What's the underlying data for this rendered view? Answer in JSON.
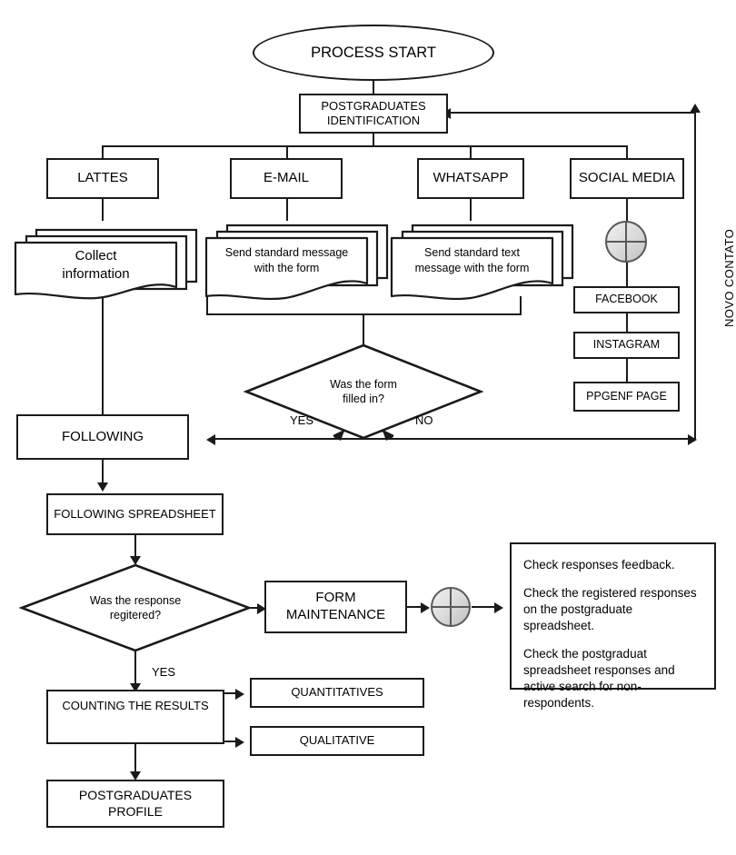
{
  "diagram": {
    "title": "Postgraduates research process flowchart",
    "colors": {
      "stroke": "#1a1a1a",
      "fill": "#ffffff",
      "junction_fill": "#d9d9d9"
    },
    "start": {
      "label": "PROCESS START"
    },
    "identification": {
      "label_line1": "POSTGRADUATES",
      "label_line2": "IDENTIFICATION"
    },
    "channels": [
      {
        "label": "LATTES"
      },
      {
        "label": "E-MAIL"
      },
      {
        "label": "WHATSAPP"
      },
      {
        "label": "SOCIAL MEDIA"
      }
    ],
    "documents": [
      {
        "line1": "Collect",
        "line2": "information"
      },
      {
        "line1": "Send standard message",
        "line2": "with the form"
      },
      {
        "line1": "Send standard text",
        "line2": "message with the form"
      }
    ],
    "social_media_items": [
      {
        "label": "FACEBOOK"
      },
      {
        "label": "INSTAGRAM"
      },
      {
        "label": "PPGENF PAGE"
      }
    ],
    "decision_form": {
      "line1": "Was the form",
      "line2": "filled in?"
    },
    "decision_form_branches": {
      "yes": "YES",
      "no": "NO"
    },
    "following": {
      "label": "FOLLOWING"
    },
    "following_spreadsheet": {
      "label": "FOLLOWING SPREADSHEET"
    },
    "decision_response": {
      "line1": "Was the response",
      "line2": "regitered?"
    },
    "decision_response_branches": {
      "yes": "YES"
    },
    "form_maintenance": {
      "line1": "FORM",
      "line2": "MAINTENANCE"
    },
    "note": {
      "paragraph1": "Check responses feedback.",
      "paragraph2": "Check the registered responses on the postgraduate spreadsheet.",
      "paragraph3": "Check the postgraduat spreadsheet responses and active search for non-respondents."
    },
    "counting": {
      "label": "COUNTING THE RESULTS"
    },
    "results": [
      {
        "label": "QUANTITATIVES"
      },
      {
        "label": "QUALITATIVE"
      }
    ],
    "profile": {
      "line1": "POSTGRADUATES",
      "line2": "PROFILE"
    },
    "return_path": {
      "label": "NOVO CONTATO"
    }
  }
}
